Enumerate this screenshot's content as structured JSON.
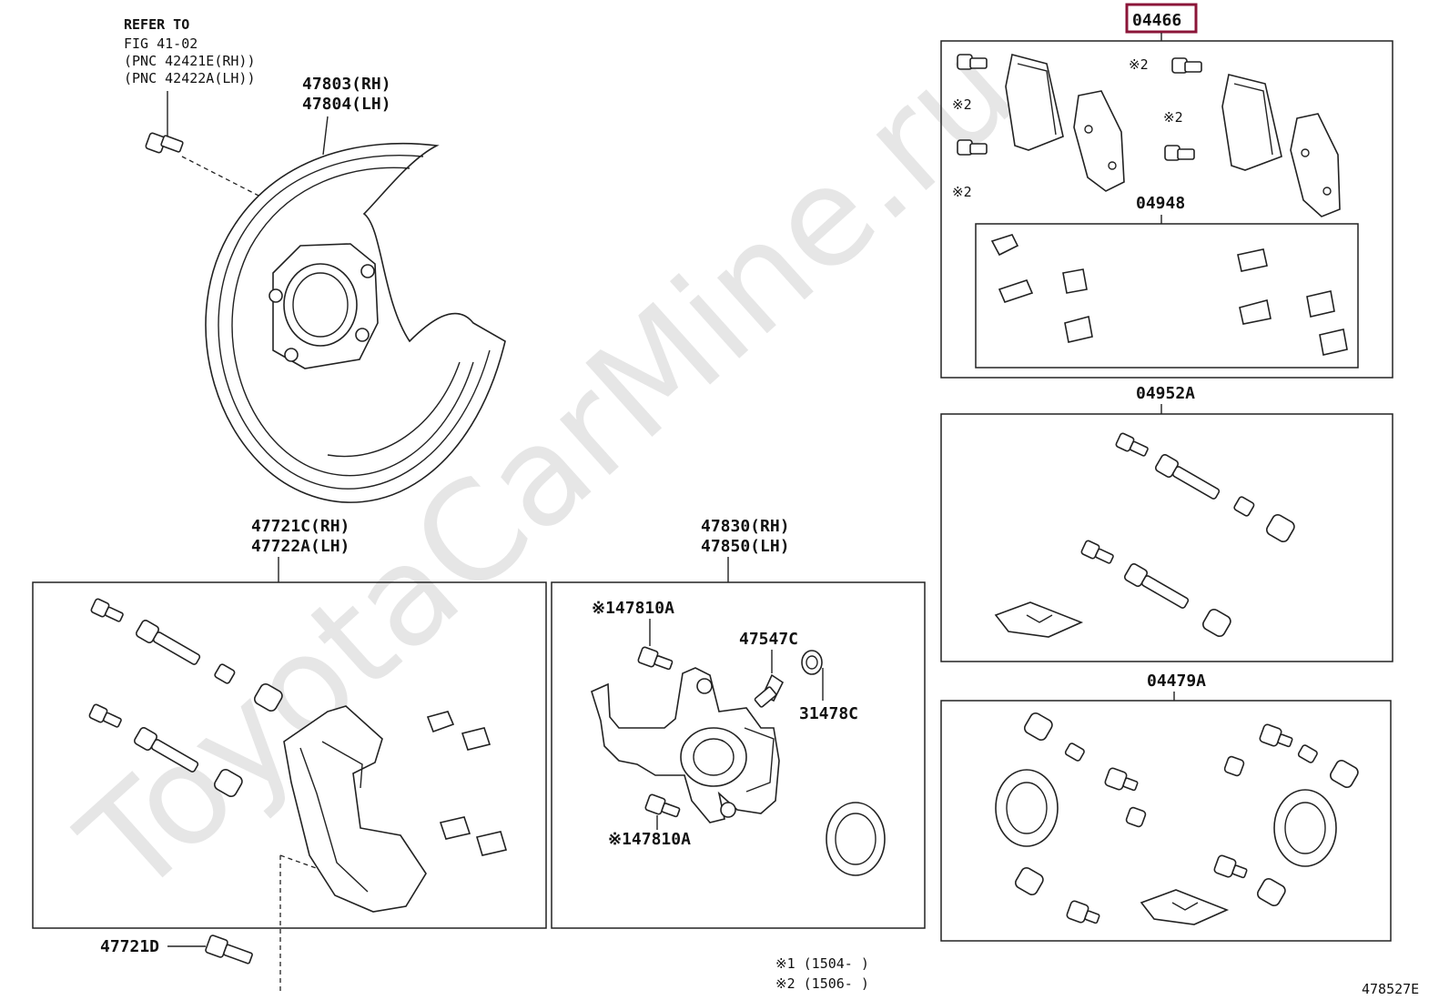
{
  "watermark": "ToyotaCarMine.ru",
  "refer_note": {
    "line1": "REFER TO",
    "line2": "FIG 41-02",
    "line3": "(PNC 42421E(RH))",
    "line4": "(PNC 42422A(LH))"
  },
  "parts": {
    "dust_cover_rh": "47803(RH)",
    "dust_cover_lh": "47804(LH)",
    "pad_kit": "04466",
    "anti_squeal_kit": "04948",
    "slide_pin_kit": "04952A",
    "cylinder_kit": "04479A",
    "mounting_rh": "47721C(RH)",
    "mounting_lh": "47722A(LH)",
    "caliper_rh": "47830(RH)",
    "caliper_lh": "47850(LH)",
    "bolt_upper": "※147810A",
    "bolt_lower": "※147810A",
    "bleeder": "47547C",
    "cap": "31478C",
    "mount_bolt": "47721D"
  },
  "markers": {
    "m1": "※2",
    "m2": "※2",
    "m3": "※2",
    "m4": "※2"
  },
  "legend": {
    "note1": "※1 (1504-     )",
    "note2": "※2 (1506-     )"
  },
  "figure_id": "478527E",
  "colors": {
    "highlight": "#8b1538",
    "line": "#222222",
    "watermark": "#e6e6e6"
  }
}
